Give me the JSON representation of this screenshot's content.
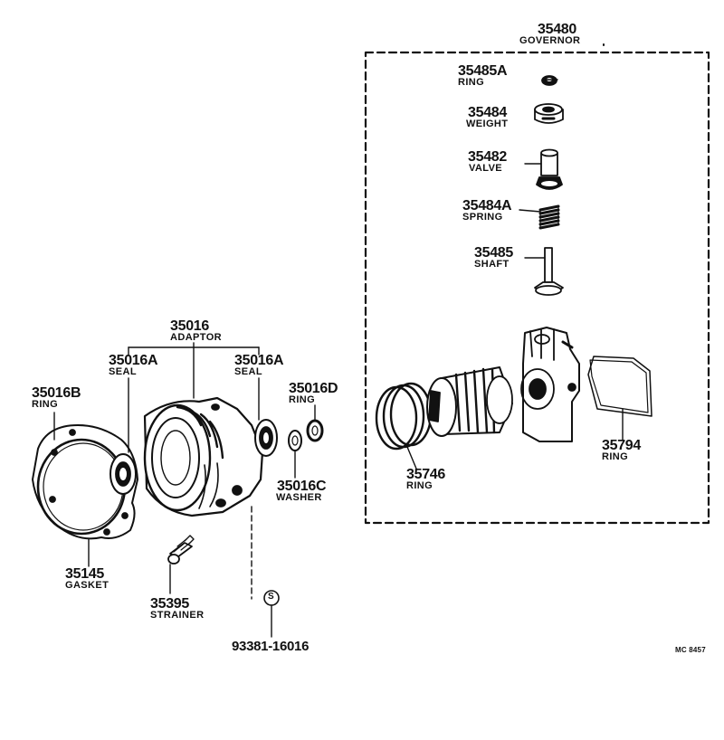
{
  "governor": {
    "number": "35480",
    "name": "GOVERNOR"
  },
  "parts": {
    "ring_85a": {
      "number": "35485A",
      "name": "RING"
    },
    "weight": {
      "number": "35484",
      "name": "WEIGHT"
    },
    "valve": {
      "number": "35482",
      "name": "VALVE"
    },
    "spring": {
      "number": "35484A",
      "name": "SPRING"
    },
    "shaft": {
      "number": "35485",
      "name": "SHAFT"
    },
    "adaptor": {
      "number": "35016",
      "name": "ADAPTOR"
    },
    "seal_left": {
      "number": "35016A",
      "name": "SEAL"
    },
    "seal_right": {
      "number": "35016A",
      "name": "SEAL"
    },
    "ring_16b": {
      "number": "35016B",
      "name": "RING"
    },
    "ring_16d": {
      "number": "35016D",
      "name": "RING"
    },
    "washer": {
      "number": "35016C",
      "name": "WASHER"
    },
    "gasket": {
      "number": "35145",
      "name": "GASKET"
    },
    "strainer": {
      "number": "35395",
      "name": "STRAINER"
    },
    "bolt": {
      "number": "93381-16016",
      "symbol": "S"
    },
    "ring_746": {
      "number": "35746",
      "name": "RING"
    },
    "ring_794": {
      "number": "35794",
      "name": "RING"
    }
  },
  "diagram_code": "MC 8457"
}
